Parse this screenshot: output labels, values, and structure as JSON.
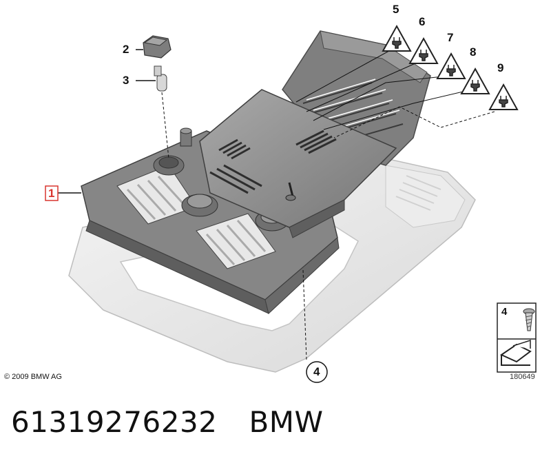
{
  "callouts": {
    "c1": "1",
    "c2": "2",
    "c3": "3",
    "c4": "4",
    "c5": "5",
    "c6": "6",
    "c7": "7",
    "c8": "8",
    "c9": "9"
  },
  "legend": {
    "number": "4"
  },
  "copyright": "© 2009 BMW AG",
  "image_number": "180649",
  "part_number": "61319276232",
  "brand": "BMW",
  "icons": [
    "plug-warning-icon",
    "screw-icon",
    "arrow-icon"
  ],
  "colors": {
    "part_gray": "#8a8a8a",
    "frame_light": "#e6e6e6",
    "callout_box": "#d9352e"
  }
}
